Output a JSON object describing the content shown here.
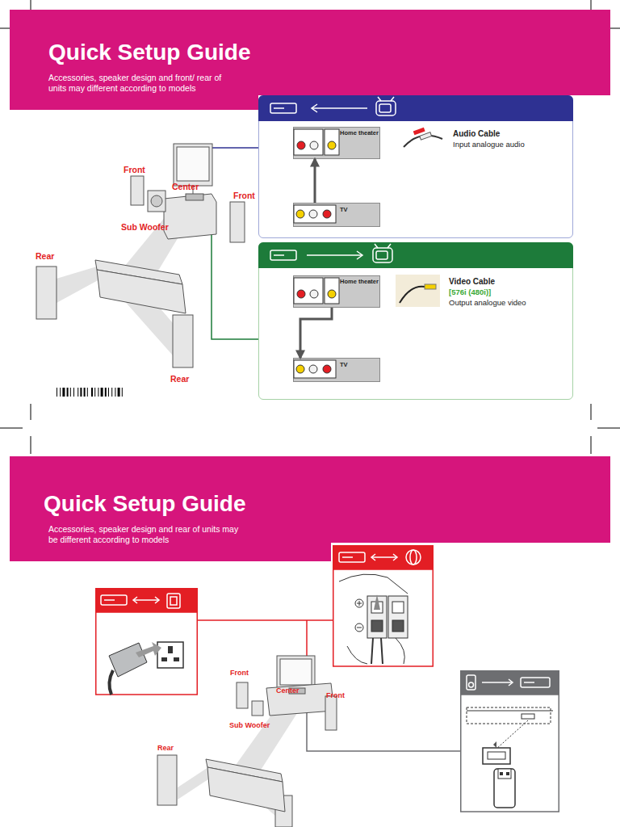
{
  "diagram": {
    "nodes": [
      {
        "text": [
          "Quick Setup Guide",
          "Accessories, speaker design and front/ rear of units may different according to models"
        ]
      },
      {
        "text": [
          "Audio Cable",
          "Input analogue audio"
        ]
      },
      {
        "text": [
          "Home theater"
        ],
        "in": 1
      },
      {
        "text": [
          "TV"
        ],
        "in": 1
      },
      {
        "text": [
          "Video Cable",
          "[576i (480i)]",
          "Output analogue video"
        ]
      },
      {
        "text": [
          "Home theater"
        ],
        "in": 4
      },
      {
        "text": [
          "TV"
        ],
        "in": 4
      },
      {
        "text": [
          "Quick Setup Guide",
          "Accessories, speaker design and rear of units may be different according to models"
        ]
      }
    ],
    "edges": [
      {
        "from": 3,
        "to": 2,
        "arrow": "to"
      },
      {
        "from": 5,
        "to": 6,
        "arrow": "to"
      }
    ],
    "labels": [
      "Front",
      "Center",
      "Front",
      "Sub Woofer",
      "Rear",
      "Rear",
      "Front",
      "Center",
      "Front",
      "Sub Woofer",
      "Rear"
    ]
  }
}
